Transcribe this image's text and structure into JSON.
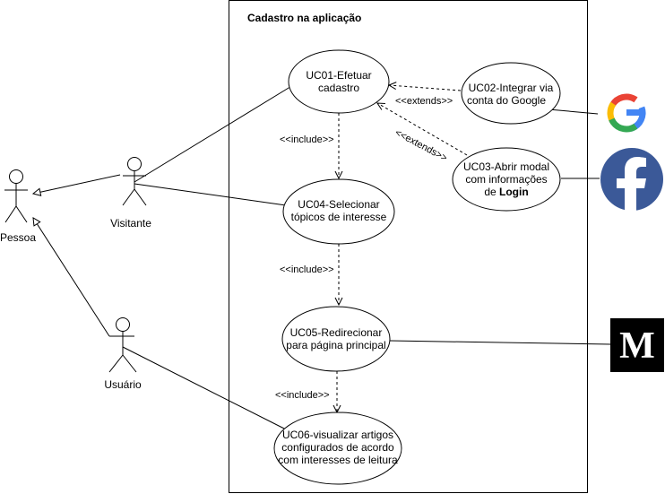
{
  "system": {
    "title": "Cadastro na aplicação"
  },
  "actors": {
    "pessoa": "Pessoa",
    "visitante": "Visitante",
    "usuario": "Usuário"
  },
  "use_cases": {
    "uc01": [
      "UC01-Efetuar",
      "cadastro"
    ],
    "uc02": [
      "UC02-Integrar via",
      "conta do Google"
    ],
    "uc03": [
      "UC03-Abrir modal",
      "com informações",
      "de ",
      "Login"
    ],
    "uc04": [
      "UC04-Selecionar",
      "tópicos de interesse"
    ],
    "uc05": [
      "UC05-Redirecionar",
      "para página principal"
    ],
    "uc06": [
      "UC06-visualizar artigos",
      "configurados de acordo",
      "com interesses de leitura"
    ]
  },
  "relations": {
    "include1": "<<include>>",
    "include2": "<<include>>",
    "include3": "<<include>>",
    "extends1": "<<extends>>",
    "extends2": "<<extends>>"
  },
  "icons": {
    "google": {
      "name": "google-logo",
      "letter": "G",
      "colors": [
        "#4285F4",
        "#EA4335",
        "#FBBC05",
        "#34A853"
      ]
    },
    "facebook": {
      "name": "facebook-logo",
      "letter": "f",
      "color": "#3B5998"
    },
    "medium": {
      "name": "medium-logo",
      "letter": "M",
      "color": "#000000"
    }
  }
}
